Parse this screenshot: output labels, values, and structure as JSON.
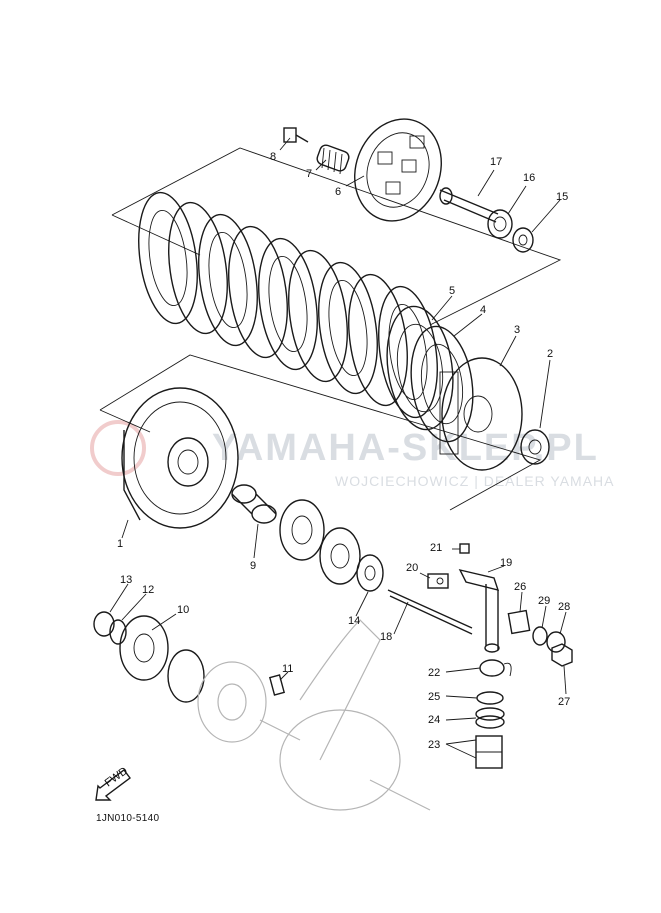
{
  "watermark": {
    "brand": "YAMAHA-SKLEP.PL",
    "subtitle": "WOJCIECHOWICZ | DEALER YAMAHA",
    "accent_color": "#e6a3a3"
  },
  "diagram_code": "1JN010-5140",
  "fwd_label": "FWD",
  "callouts": {
    "c1": "1",
    "c2": "2",
    "c3": "3",
    "c4": "4",
    "c5": "5",
    "c6": "6",
    "c7": "7",
    "c8": "8",
    "c9": "9",
    "c10": "10",
    "c11": "11",
    "c12": "12",
    "c13": "13",
    "c14": "14",
    "c15": "15",
    "c16": "16",
    "c17": "17",
    "c18": "18",
    "c19": "19",
    "c20": "20",
    "c21": "21",
    "c22": "22",
    "c23": "23",
    "c24": "24",
    "c25": "25",
    "c26": "26",
    "c27": "27",
    "c28": "28",
    "c29": "29"
  }
}
